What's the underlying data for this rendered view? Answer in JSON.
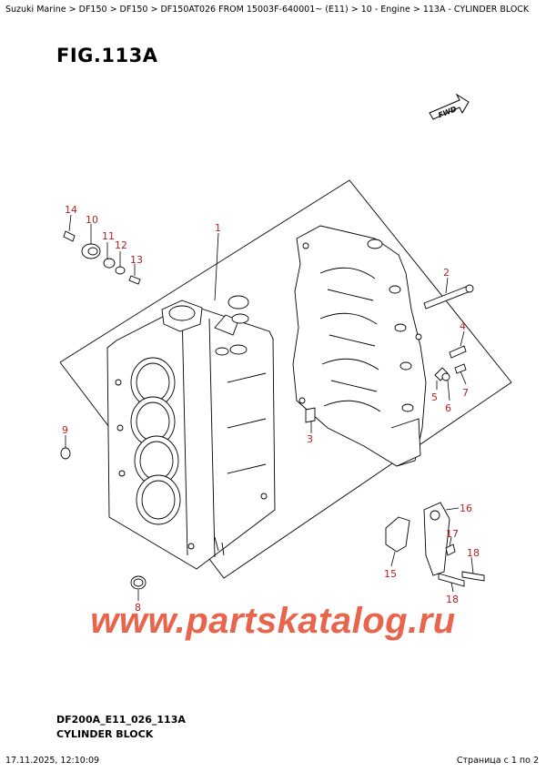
{
  "breadcrumb": "Suzuki Marine > DF150 > DF150 > DF150AT026 FROM 15003F-640001~ (E11) > 10 - Engine > 113A - CYLINDER BLOCK",
  "figure": {
    "title": "FIG.113A",
    "fwd_label": "FWD",
    "drawing_code": "DF200A_E11_026_113A",
    "drawing_name": "CYLINDER BLOCK",
    "accent_color": "#b22222"
  },
  "callouts": {
    "c1": "1",
    "c2": "2",
    "c3": "3",
    "c4": "4",
    "c5": "5",
    "c6": "6",
    "c7": "7",
    "c8": "8",
    "c9": "9",
    "c10": "10",
    "c11": "11",
    "c12": "12",
    "c13": "13",
    "c14": "14",
    "c15": "15",
    "c16": "16",
    "c17": "17",
    "c18a": "18",
    "c18b": "18"
  },
  "watermark": "www.partskatalog.ru",
  "footer": {
    "timestamp": "17.11.2025, 12:10:09",
    "page_info": "Страница с 1 по 2"
  }
}
